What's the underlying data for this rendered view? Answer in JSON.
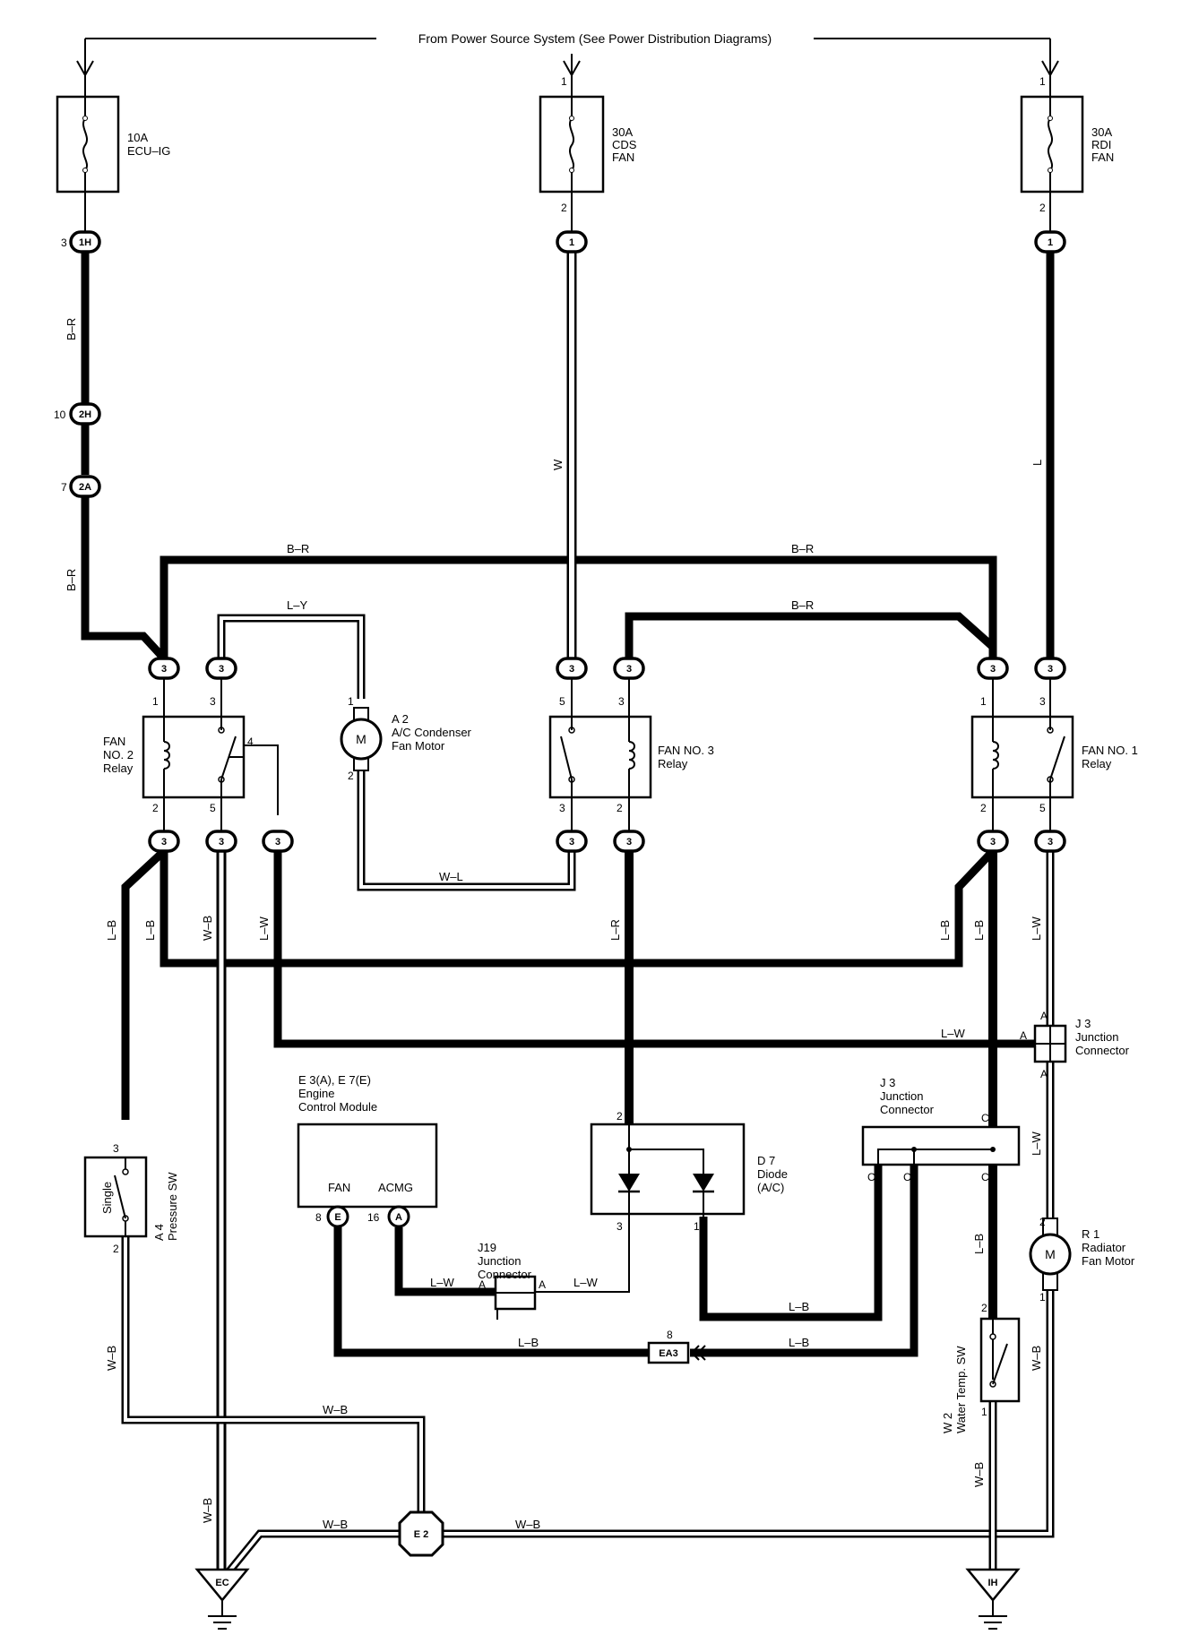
{
  "title": "From Power Source System (See Power Distribution Diagrams)",
  "fuses": [
    {
      "rating": "10A",
      "name": "ECU–IG"
    },
    {
      "rating": "30A",
      "name": "CDS",
      "name2": "FAN"
    },
    {
      "rating": "30A",
      "name": "RDI",
      "name2": "FAN"
    }
  ],
  "connectors": {
    "1H": "1H",
    "2H": "2H",
    "2A": "2A",
    "c1": "1",
    "c3": "3",
    "E": "E",
    "A": "A",
    "E2": "E 2",
    "EA3": "EA3",
    "EC": "EC",
    "IH": "IH"
  },
  "wires": {
    "BR": "B–R",
    "W": "W",
    "L": "L",
    "LY": "L–Y",
    "WL": "W–L",
    "LB": "L–B",
    "WB": "W–B",
    "LW": "L–W",
    "LR": "L–R"
  },
  "components": {
    "a2": {
      "code": "A 2",
      "line1": "A/C Condenser",
      "line2": "Fan Motor",
      "symbol": "M"
    },
    "fan2": {
      "line1": "FAN",
      "line2": "NO. 2",
      "line3": "Relay"
    },
    "fan3": {
      "line1": "FAN NO. 3",
      "line2": "Relay"
    },
    "fan1": {
      "line1": "FAN NO. 1",
      "line2": "Relay"
    },
    "j3top": {
      "code": "J 3",
      "line1": "Junction",
      "line2": "Connector"
    },
    "j3": {
      "code": "J 3",
      "line1": "Junction",
      "line2": "Connector"
    },
    "ecm": {
      "code": "E 3(A), E 7(E)",
      "line1": "Engine",
      "line2": "Control Module",
      "fan": "FAN",
      "acmg": "ACMG"
    },
    "diode": {
      "code": "D 7",
      "line1": "Diode",
      "line2": "(A/C)"
    },
    "j19": {
      "code": "J19",
      "line1": "Junction",
      "line2": "Connector"
    },
    "a4": {
      "code": "A 4",
      "name": "Pressure SW",
      "sw": "Single"
    },
    "r1": {
      "code": "R 1",
      "line1": "Radiator",
      "line2": "Fan Motor",
      "symbol": "M"
    },
    "w2": {
      "code": "W 2",
      "name": "Water Temp. SW"
    }
  },
  "pins": {
    "p1": "1",
    "p2": "2",
    "p3": "3",
    "p4": "4",
    "p5": "5",
    "p7": "7",
    "p8": "8",
    "p10": "10",
    "p16": "16",
    "pA": "A",
    "pC": "C"
  }
}
